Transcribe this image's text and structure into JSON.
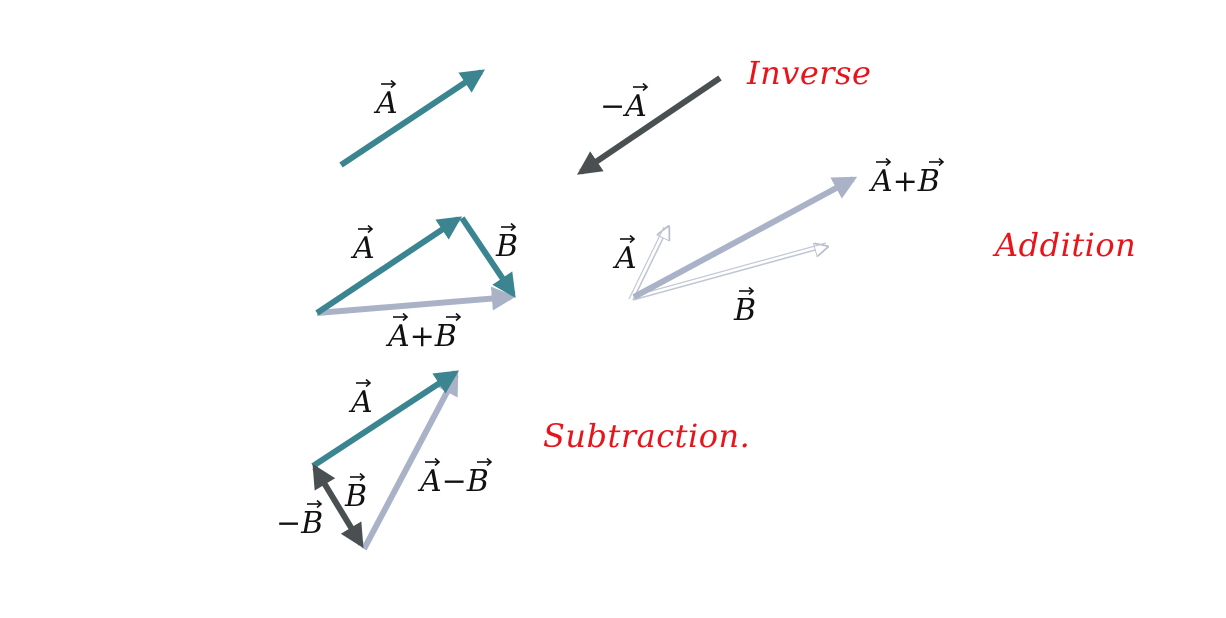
{
  "colors": {
    "vector_a": "#3a8590",
    "vector_b": "#3a8590",
    "vector_neg": "#4a4f51",
    "vector_result": "#aab2c8",
    "annotation": "#e8141c",
    "text": "#111111"
  },
  "section_labels": {
    "inverse": "Inverse",
    "addition": "Addition",
    "subtraction": "Subtraction."
  },
  "vector_labels": {
    "a": "A",
    "b": "B",
    "neg_a": "−A",
    "neg_b": "−B",
    "a_plus_b": "A+B",
    "a_minus_b": "A−B"
  }
}
